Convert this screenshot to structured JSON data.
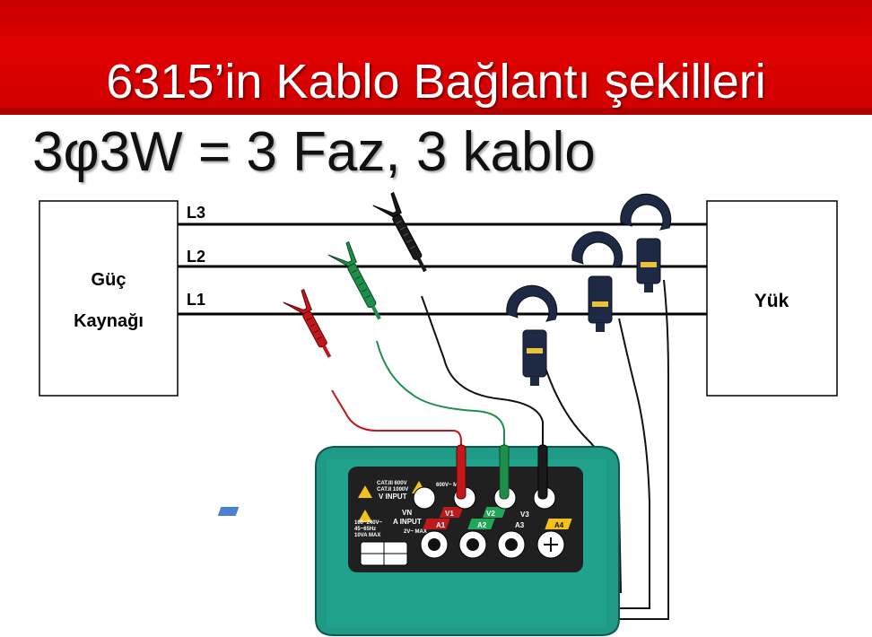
{
  "header": {
    "title": "6315’in Kablo Bağlantı şekilleri",
    "subtitle": "3φ3W = 3 Faz, 3 kablo"
  },
  "diagram": {
    "source_label_line1": "Güç",
    "source_label_line2": "Kaynağı",
    "load_label": "Yük",
    "lines": [
      "L3",
      "L2",
      "L1"
    ],
    "device_labels": {
      "v_input": "V INPUT",
      "a_input": "A INPUT",
      "vn": "VN",
      "v1": "V1",
      "v2": "V2",
      "v3": "V3",
      "a1": "A1",
      "a2": "A2",
      "a3": "A3",
      "a4": "A4",
      "cat_iii": "CAT.III  600V",
      "cat_ii": "CAT.II  1000V",
      "max_v": "600V~ MAX",
      "power_spec_1": "100~240V~",
      "power_spec_2": "45~65Hz",
      "power_spec_3": "10VA MAX",
      "a_max": "2V~ MAX"
    },
    "colors": {
      "banner": "#d80000",
      "device_body": "#1f9a86",
      "device_panel": "#202020",
      "red_lead": "#c0191d",
      "green_lead": "#1e8f4a",
      "black_lead": "#111111",
      "clamp": "#1e2a44"
    }
  }
}
